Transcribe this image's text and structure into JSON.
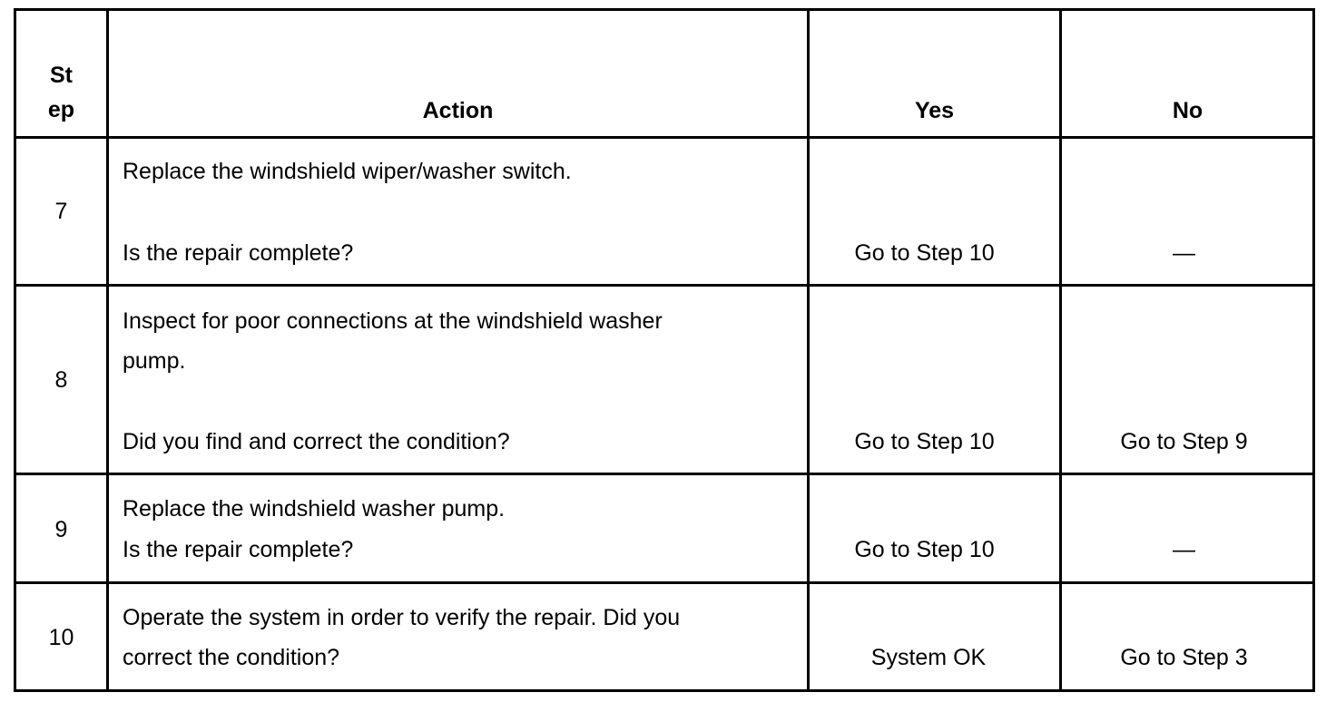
{
  "headers": {
    "step_line1": "St",
    "step_line2": "ep",
    "action": "Action",
    "yes": "Yes",
    "no": "No"
  },
  "rows": [
    {
      "step": "7",
      "action_line1": "Replace the windshield wiper/washer switch.",
      "action_question": "Is the repair complete?",
      "yes": "Go to Step 10",
      "no": "—"
    },
    {
      "step": "8",
      "action_line1": "Inspect for poor connections at the windshield washer",
      "action_line2": "pump.",
      "action_question": "Did you find and correct the condition?",
      "yes": "Go to Step 10",
      "no": "Go to Step 9"
    },
    {
      "step": "9",
      "action_line1": "Replace the windshield washer pump.",
      "action_question": "Is the repair complete?",
      "yes": "Go to Step 10",
      "no": "—"
    },
    {
      "step": "10",
      "action_line1": "Operate the system in order to verify the repair. Did you",
      "action_line2": "correct the condition?",
      "yes": "System OK",
      "no": "Go to Step 3"
    }
  ]
}
